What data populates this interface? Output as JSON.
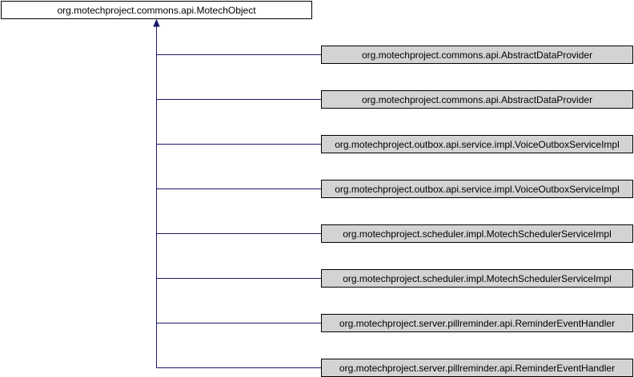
{
  "diagram": {
    "type": "class-inheritance",
    "root": {
      "label": "org.motechproject.commons.api.MotechObject"
    },
    "children": [
      {
        "label": "org.motechproject.commons.api.AbstractDataProvider"
      },
      {
        "label": "org.motechproject.commons.api.AbstractDataProvider"
      },
      {
        "label": "org.motechproject.outbox.api.service.impl.VoiceOutboxServiceImpl"
      },
      {
        "label": "org.motechproject.outbox.api.service.impl.VoiceOutboxServiceImpl"
      },
      {
        "label": "org.motechproject.scheduler.impl.MotechSchedulerServiceImpl"
      },
      {
        "label": "org.motechproject.scheduler.impl.MotechSchedulerServiceImpl"
      },
      {
        "label": "org.motechproject.server.pillreminder.api.ReminderEventHandler"
      },
      {
        "label": "org.motechproject.server.pillreminder.api.ReminderEventHandler"
      }
    ],
    "colors": {
      "edge": "#191970",
      "root_fill": "#ffffff",
      "child_fill": "#d3d3d3",
      "border": "#000000"
    }
  }
}
